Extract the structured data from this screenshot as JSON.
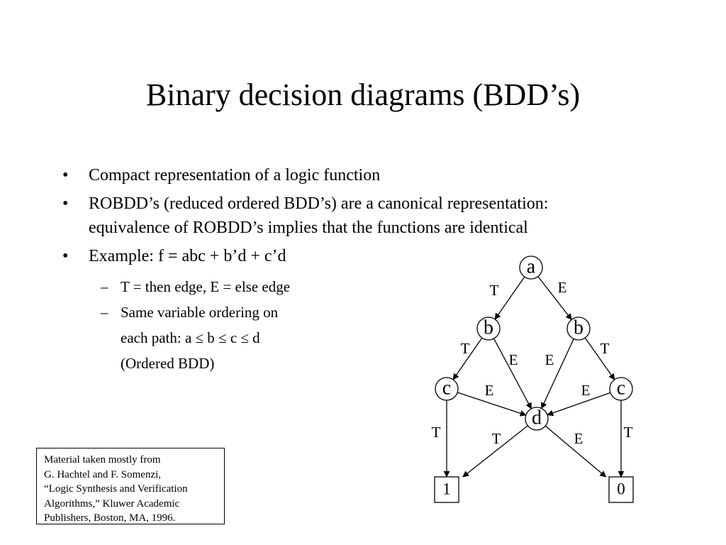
{
  "title": "Binary decision diagrams (BDD’s)",
  "bullets": [
    {
      "mark": "•",
      "lines": [
        "Compact representation of a logic function"
      ]
    },
    {
      "mark": "•",
      "lines": [
        "ROBDD’s (reduced ordered BDD’s) are a canonical representation:",
        "equivalence of ROBDD’s implies that the functions are identical"
      ]
    },
    {
      "mark": "•",
      "lines": [
        "Example: f = abc + b’d + c’d"
      ]
    }
  ],
  "sub_bullets": [
    {
      "mark": "–",
      "lines": [
        "T = then edge, E = else edge"
      ]
    },
    {
      "mark": "–",
      "lines": [
        "Same variable ordering on",
        "each path: a ≤ b ≤ c ≤ d",
        "(Ordered BDD)"
      ]
    }
  ],
  "reference": {
    "lines": [
      "Material taken mostly from",
      "G. Hachtel and F. Somenzi,",
      "“Logic Synthesis and Verification",
      "Algorithms,” Kluwer Academic",
      "Publishers, Boston, MA, 1996."
    ]
  },
  "diagram": {
    "nodes": [
      {
        "id": "a",
        "label": "a"
      },
      {
        "id": "bl",
        "label": "b"
      },
      {
        "id": "br",
        "label": "b"
      },
      {
        "id": "cl",
        "label": "c"
      },
      {
        "id": "cr",
        "label": "c"
      },
      {
        "id": "d",
        "label": "d"
      }
    ],
    "terminals": [
      {
        "id": "one",
        "label": "1"
      },
      {
        "id": "zero",
        "label": "0"
      }
    ],
    "edges": [
      {
        "from": "a",
        "to": "bl",
        "label": "T"
      },
      {
        "from": "a",
        "to": "br",
        "label": "E"
      },
      {
        "from": "bl",
        "to": "cl",
        "label": "T"
      },
      {
        "from": "bl",
        "to": "d",
        "label": "E"
      },
      {
        "from": "br",
        "to": "d",
        "label": "E"
      },
      {
        "from": "br",
        "to": "cr",
        "label": "T"
      },
      {
        "from": "cl",
        "to": "d",
        "label": "E"
      },
      {
        "from": "cr",
        "to": "d",
        "label": "E"
      },
      {
        "from": "cl",
        "to": "one",
        "label": "T"
      },
      {
        "from": "cr",
        "to": "zero",
        "label": "T"
      },
      {
        "from": "d",
        "to": "one",
        "label": "T"
      },
      {
        "from": "d",
        "to": "zero",
        "label": "E"
      }
    ]
  }
}
